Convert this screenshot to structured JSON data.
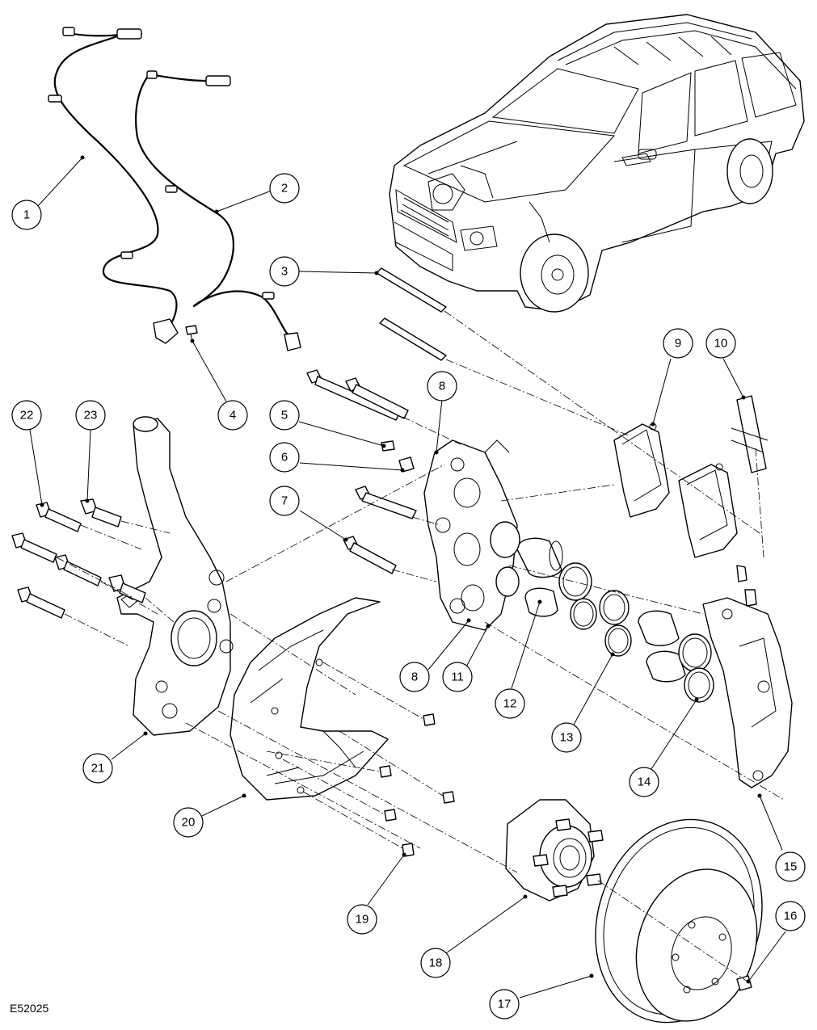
{
  "figure_ref": "E52025",
  "callouts": [
    {
      "id": "c1",
      "label": "1"
    },
    {
      "id": "c2",
      "label": "2"
    },
    {
      "id": "c3",
      "label": "3"
    },
    {
      "id": "c4",
      "label": "4"
    },
    {
      "id": "c5",
      "label": "5"
    },
    {
      "id": "c6",
      "label": "6"
    },
    {
      "id": "c7",
      "label": "7"
    },
    {
      "id": "c8a",
      "label": "8"
    },
    {
      "id": "c8b",
      "label": "8"
    },
    {
      "id": "c9",
      "label": "9"
    },
    {
      "id": "c10",
      "label": "10"
    },
    {
      "id": "c11",
      "label": "11"
    },
    {
      "id": "c12",
      "label": "12"
    },
    {
      "id": "c13",
      "label": "13"
    },
    {
      "id": "c14",
      "label": "14"
    },
    {
      "id": "c15",
      "label": "15"
    },
    {
      "id": "c16",
      "label": "16"
    },
    {
      "id": "c17",
      "label": "17"
    },
    {
      "id": "c18",
      "label": "18"
    },
    {
      "id": "c19",
      "label": "19"
    },
    {
      "id": "c20",
      "label": "20"
    },
    {
      "id": "c21",
      "label": "21"
    },
    {
      "id": "c22",
      "label": "22"
    },
    {
      "id": "c23",
      "label": "23"
    }
  ]
}
